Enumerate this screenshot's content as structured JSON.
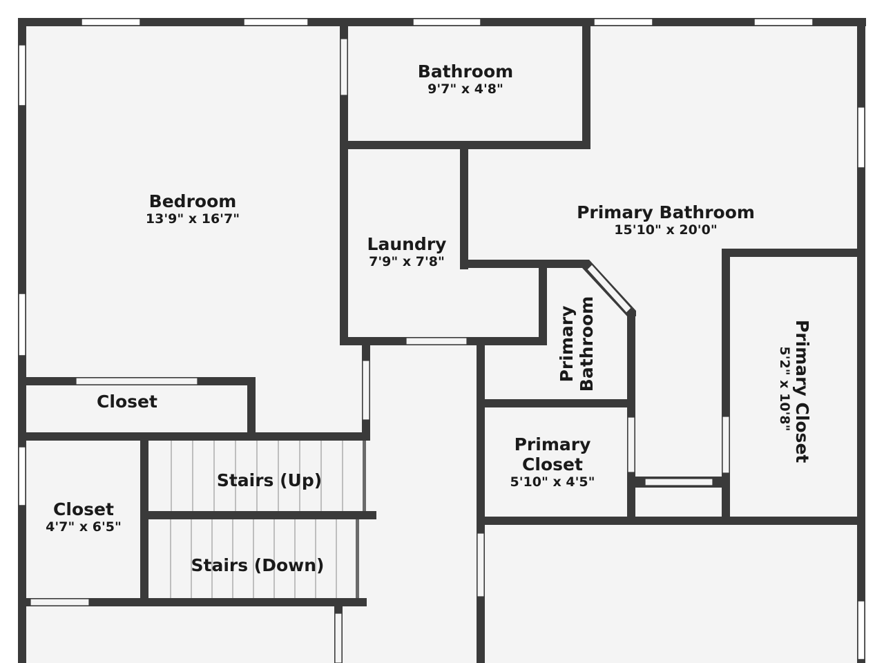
{
  "rooms": {
    "bathroom": {
      "name": "Bathroom",
      "dims": "9'7\" x 4'8\""
    },
    "bedroom": {
      "name": "Bedroom",
      "dims": "13'9\" x 16'7\""
    },
    "laundry": {
      "name": "Laundry",
      "dims": "7'9\" x 7'8\""
    },
    "primary_bathroom": {
      "name": "Primary Bathroom",
      "dims": "15'10\" x 20'0\""
    },
    "primary_bathroom_alcove": {
      "name_line1": "Primary",
      "name_line2": "Bathroom"
    },
    "primary_closet_right": {
      "name": "Primary Closet",
      "dims": "5'2\" x 10'8\""
    },
    "primary_closet_center": {
      "name_line1": "Primary",
      "name_line2": "Closet",
      "dims": "5'10\" x 4'5\""
    },
    "closet_upper": {
      "name": "Closet"
    },
    "closet_lower": {
      "name": "Closet",
      "dims": "4'7\" x 6'5\""
    },
    "stairs_up": {
      "name": "Stairs (Up)"
    },
    "stairs_down": {
      "name": "Stairs (Down)"
    }
  },
  "colors": {
    "wall": "#3a3a3a",
    "floor": "#f4f4f4",
    "window": "#ffffff"
  }
}
